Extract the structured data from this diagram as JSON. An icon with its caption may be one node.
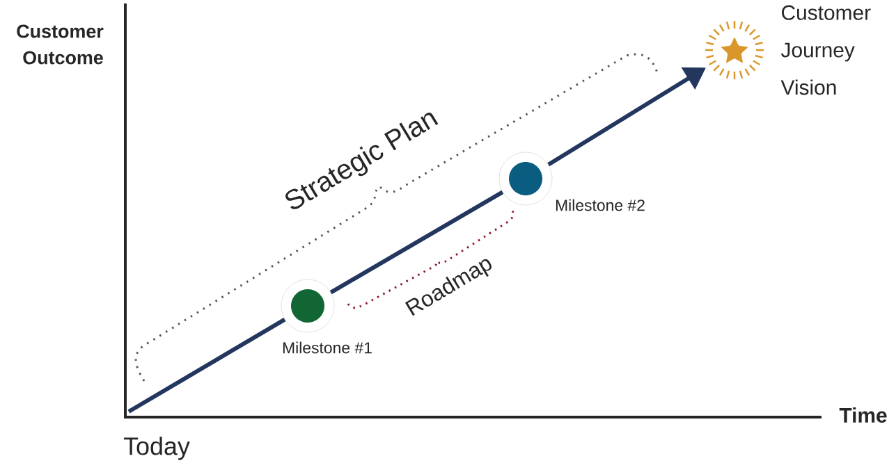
{
  "diagram": {
    "nodes": [
      {
        "text": [],
        "shape": "circle",
        "beside": [
          "Milestone #1"
        ]
      },
      {
        "text": [],
        "shape": "circle",
        "beside": [
          "Milestone #2"
        ]
      },
      {
        "text": [],
        "shape": "star",
        "beside": [
          "Customer Journey Vision"
        ]
      }
    ],
    "edges": [
      {
        "from": null,
        "to": 0,
        "arrow": "none"
      },
      {
        "from": 0,
        "to": 1,
        "arrow": "none"
      },
      {
        "from": 1,
        "to": 2,
        "arrow": "to"
      }
    ],
    "labels": [
      "Customer Outcome",
      "Strategic Plan",
      "Roadmap",
      "Time",
      "Today"
    ]
  }
}
